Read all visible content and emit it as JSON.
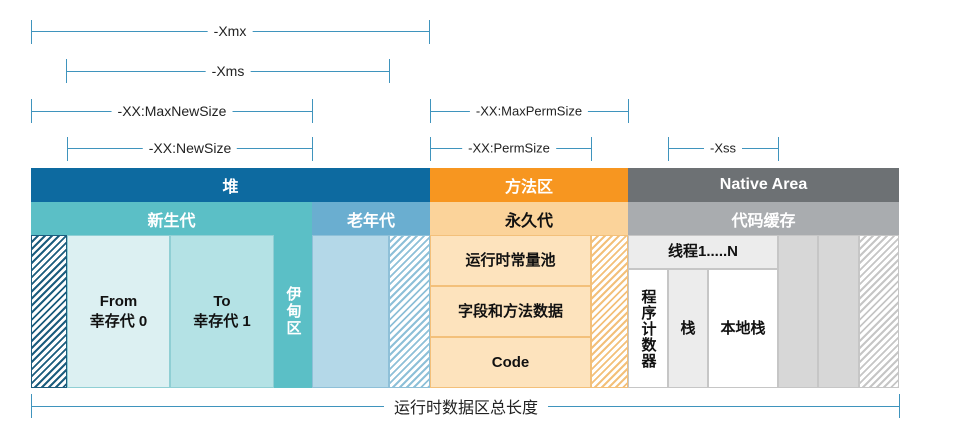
{
  "dimensions": {
    "xmx": "-Xmx",
    "xms": "-Xms",
    "max_new_size": "-XX:MaxNewSize",
    "new_size": "-XX:NewSize",
    "max_perm_size": "-XX:MaxPermSize",
    "perm_size": "-XX:PermSize",
    "xss": "-Xss",
    "total_length": "运行时数据区总长度"
  },
  "headers": {
    "heap": "堆",
    "method_area": "方法区",
    "native_area": "Native Area",
    "young_gen": "新生代",
    "old_gen": "老年代",
    "perm_gen": "永久代",
    "code_cache": "代码缓存"
  },
  "cells": {
    "from_line1": "From",
    "from_line2": "幸存代 0",
    "to_line1": "To",
    "to_line2": "幸存代 1",
    "eden": "伊甸区",
    "runtime_constant_pool": "运行时常量池",
    "fields_and_methods": "字段和方法数据",
    "code": "Code",
    "thread": "线程1.....N",
    "program_counter": "程序计数器",
    "stack": "栈",
    "native_stack": "本地栈"
  },
  "colors": {
    "heap": "#0d6aa0",
    "method_area": "#f79620",
    "native_area": "#6d7174",
    "young_gen": "#5bbfc6",
    "old_gen": "#6aaed0",
    "perm_gen": "#fbd39a",
    "code_cache": "#a9acaf",
    "dim_line": "#3f94bd"
  }
}
